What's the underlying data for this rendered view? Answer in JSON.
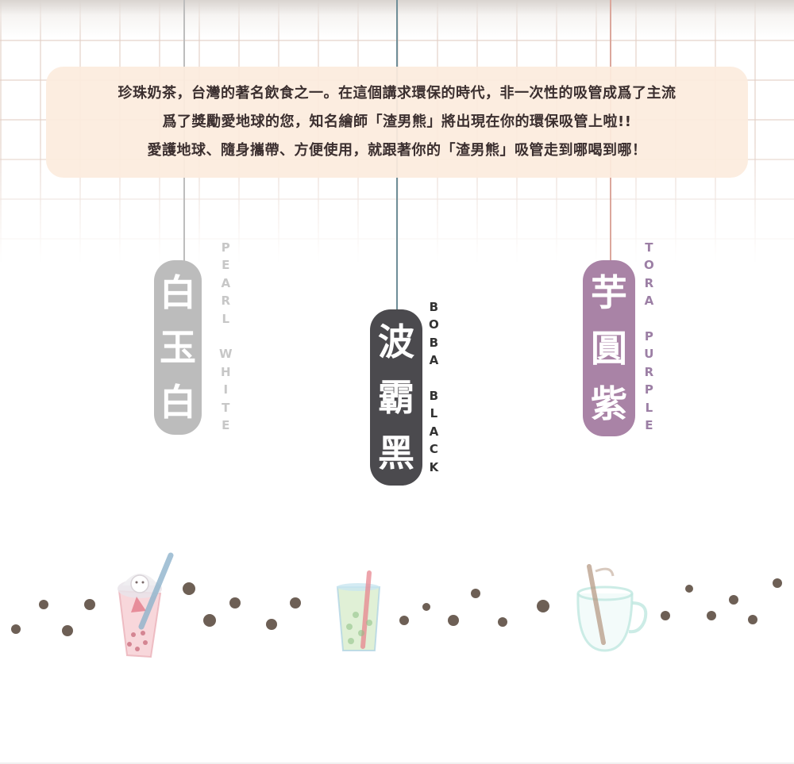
{
  "intro": {
    "line1": "珍珠奶茶，台灣的著名飲食之一。在這個講求環保的時代，非一次性的吸管成爲了主流",
    "line2": "爲了獎勵愛地球的您，知名繪師「渣男熊」將出現在你的環保吸管上啦!!",
    "line3": "愛護地球、隨身攜帶、方便使用，就跟著你的「渣男熊」吸管走到哪喝到哪！"
  },
  "products": {
    "white": {
      "chars": [
        "白",
        "玉",
        "白"
      ],
      "english": [
        "P",
        "E",
        "A",
        "R",
        "L",
        " ",
        "W",
        "H",
        "I",
        "T",
        "E"
      ],
      "color": "#bcbcbc"
    },
    "black": {
      "chars": [
        "波",
        "霸",
        "黑"
      ],
      "english": [
        "B",
        "O",
        "B",
        "A",
        " ",
        "B",
        "L",
        "A",
        "C",
        "K"
      ],
      "color": "#4b4a4e"
    },
    "purple": {
      "chars": [
        "芋",
        "圓",
        "紫"
      ],
      "english": [
        "T",
        "O",
        "R",
        "A",
        " ",
        "P",
        "U",
        "R",
        "P",
        "L",
        "E"
      ],
      "color": "#a983a6"
    }
  },
  "decor": {
    "icons": [
      "bubble-tea-cup-icon",
      "green-tea-glass-icon",
      "milk-jug-icon",
      "tapioca-pearl-icon"
    ]
  }
}
